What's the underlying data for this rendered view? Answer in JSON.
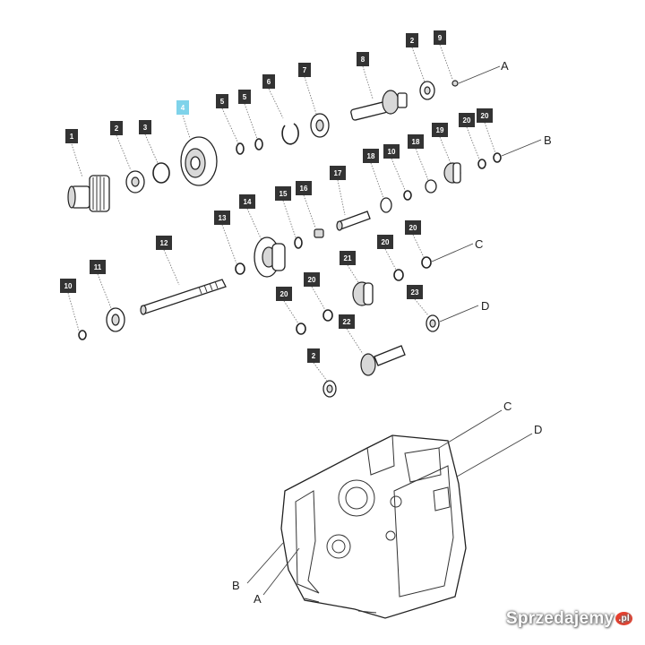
{
  "diagram": {
    "part_labels": [
      "1",
      "2",
      "3",
      "4",
      "5",
      "5",
      "6",
      "7",
      "8",
      "2",
      "9",
      "13",
      "14",
      "15",
      "16",
      "17",
      "18",
      "10",
      "18",
      "19",
      "20",
      "20",
      "12",
      "11",
      "10",
      "20",
      "20",
      "21",
      "20",
      "23",
      "22",
      "2"
    ],
    "callout_letters": [
      "A",
      "B",
      "C",
      "D",
      "C",
      "D",
      "B",
      "A"
    ]
  },
  "watermark": {
    "text": "Sprzedajemy",
    "suffix": ".pl"
  }
}
